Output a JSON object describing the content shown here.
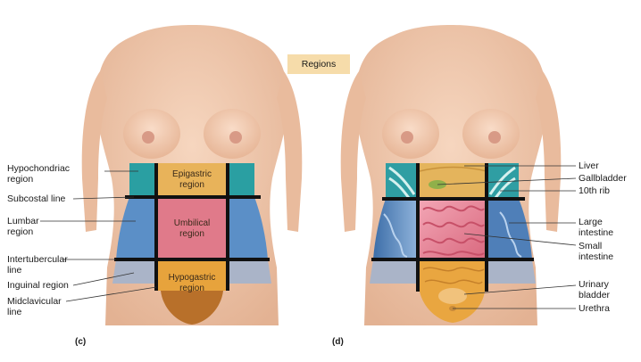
{
  "badge": "Regions",
  "panels": [
    "(c)",
    "(d)"
  ],
  "left_labels": {
    "hypochondriac": "Hypochondriac\nregion",
    "subcostal": "Subcostal line",
    "lumbar": "Lumbar\nregion",
    "intertubercular": "Intertubercular\nline",
    "inguinal": "Inguinal region",
    "midclavicular": "Midclavicular\nline"
  },
  "region_labels": {
    "epigastric": "Epigastric\nregion",
    "umbilical": "Umbilical\nregion",
    "hypogastric": "Hypogastric\nregion"
  },
  "right_labels": {
    "liver": "Liver",
    "gallbladder": "Gallbladder",
    "rib": "10th rib",
    "large_intestine": "Large\nintestine",
    "small_intestine": "Small\nintestine",
    "bladder": "Urinary\nbladder",
    "urethra": "Urethra"
  },
  "colors": {
    "skin": "#f2c9ad",
    "skin_shadow": "#d9a78a",
    "hypochondriac": "#2a9fa2",
    "epigastric": "#e8b35a",
    "lumbar": "#5b8fc7",
    "umbilical": "#e07a8a",
    "inguinal": "#aab4c8",
    "hypogastric": "#e7a33c",
    "grid": "#111111"
  }
}
